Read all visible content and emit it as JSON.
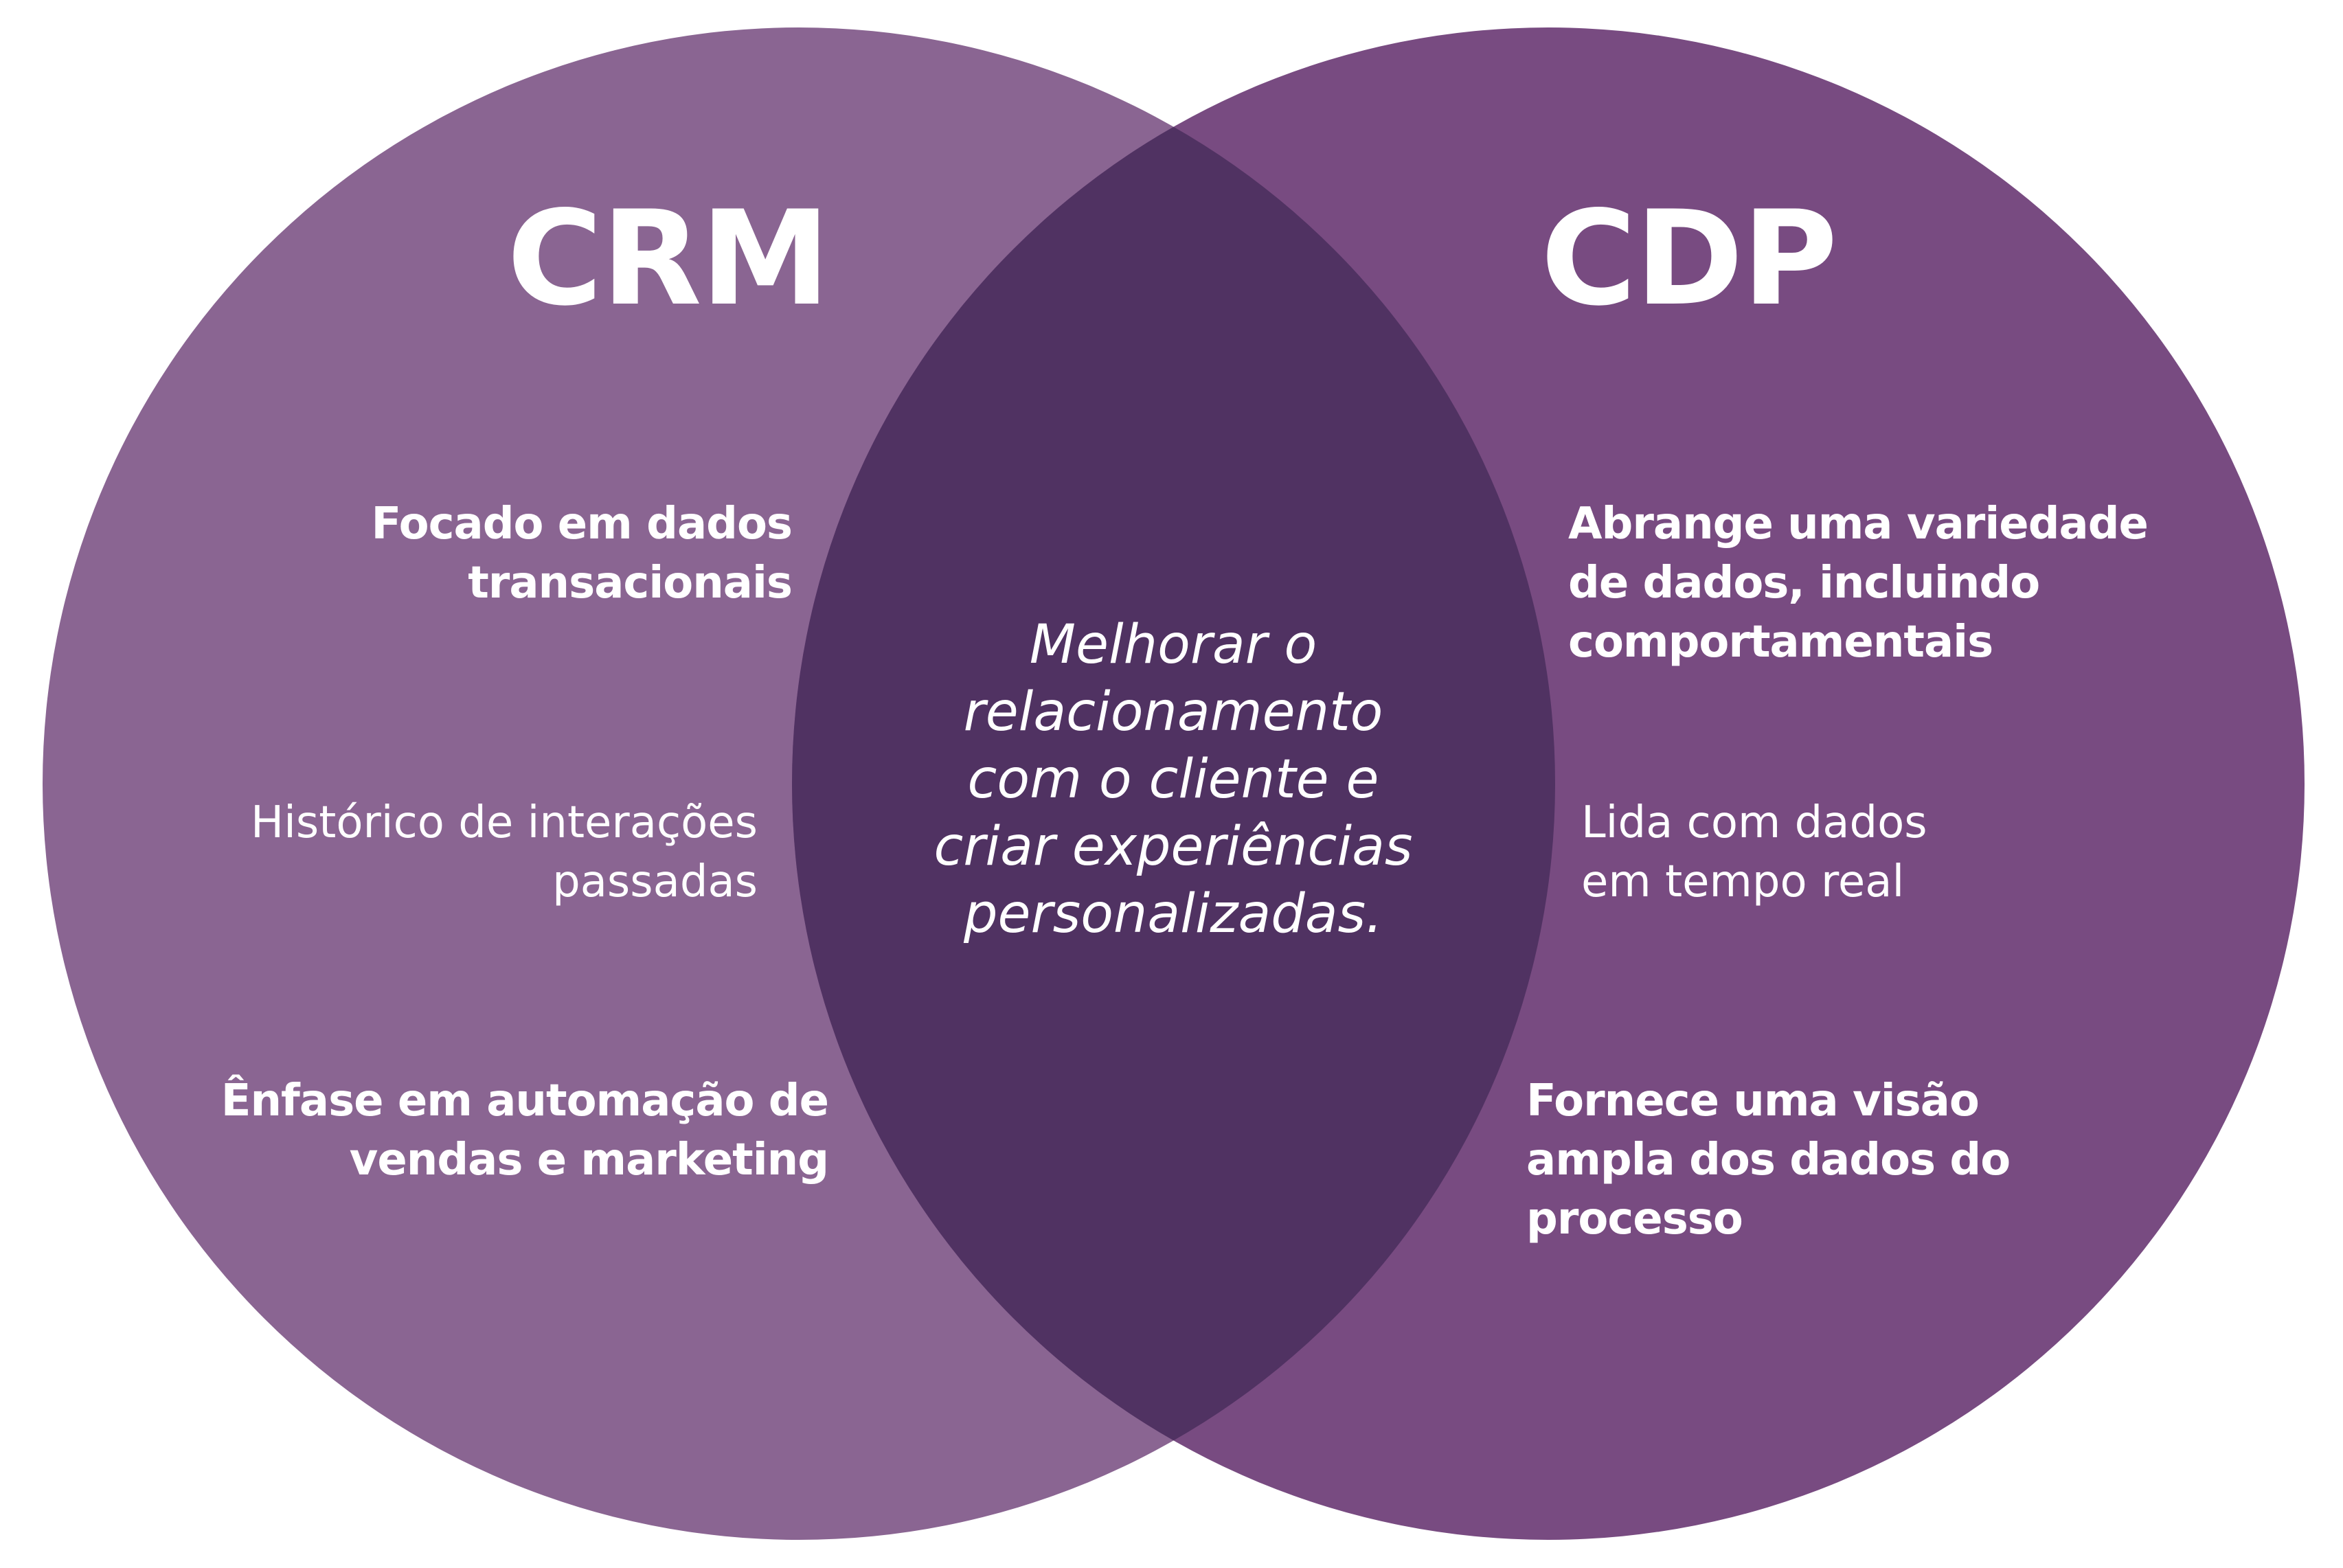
{
  "colors": {
    "left_circle": "#8A6592",
    "right_circle": "#784B81",
    "overlap": "#503262",
    "text": "#FFFFFF",
    "background": "#FFFFFF"
  },
  "left": {
    "title": "CRM",
    "items": [
      {
        "style": "bold",
        "lines": [
          "Focado em dados",
          "transacionais"
        ]
      },
      {
        "style": "regular",
        "lines": [
          "Histórico de interações",
          "passadas"
        ]
      },
      {
        "style": "bold",
        "lines": [
          "Ênfase em automação de",
          "vendas e marketing"
        ]
      }
    ]
  },
  "right": {
    "title": "CDP",
    "items": [
      {
        "style": "bold",
        "lines": [
          "Abrange uma variedade",
          "de dados, incluindo",
          "comportamentais"
        ]
      },
      {
        "style": "regular",
        "lines": [
          "Lida com dados",
          "em tempo real"
        ]
      },
      {
        "style": "bold",
        "lines": [
          "Fornece uma visão",
          "ampla dos dados do",
          "processo"
        ]
      }
    ]
  },
  "intersection": {
    "lines": [
      "Melhorar o",
      "relacionamento",
      "com o cliente e",
      "criar experiências",
      "personalizadas."
    ]
  }
}
